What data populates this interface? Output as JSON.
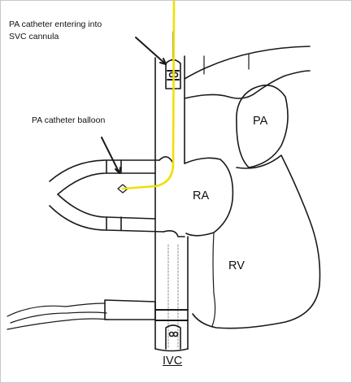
{
  "labels": {
    "pa_catheter_entering_line1": "PA catheter entering into",
    "pa_catheter_entering_line2": "SVC cannula",
    "pa_catheter_balloon": "PA catheter balloon",
    "chamber_pa": "PA",
    "chamber_ra": "RA",
    "chamber_rv": "RV",
    "vessel_ivc": "IVC"
  },
  "colors": {
    "catheter": "#f0e000",
    "ink": "#1a1a1a",
    "frame": "#c8c8c8"
  }
}
